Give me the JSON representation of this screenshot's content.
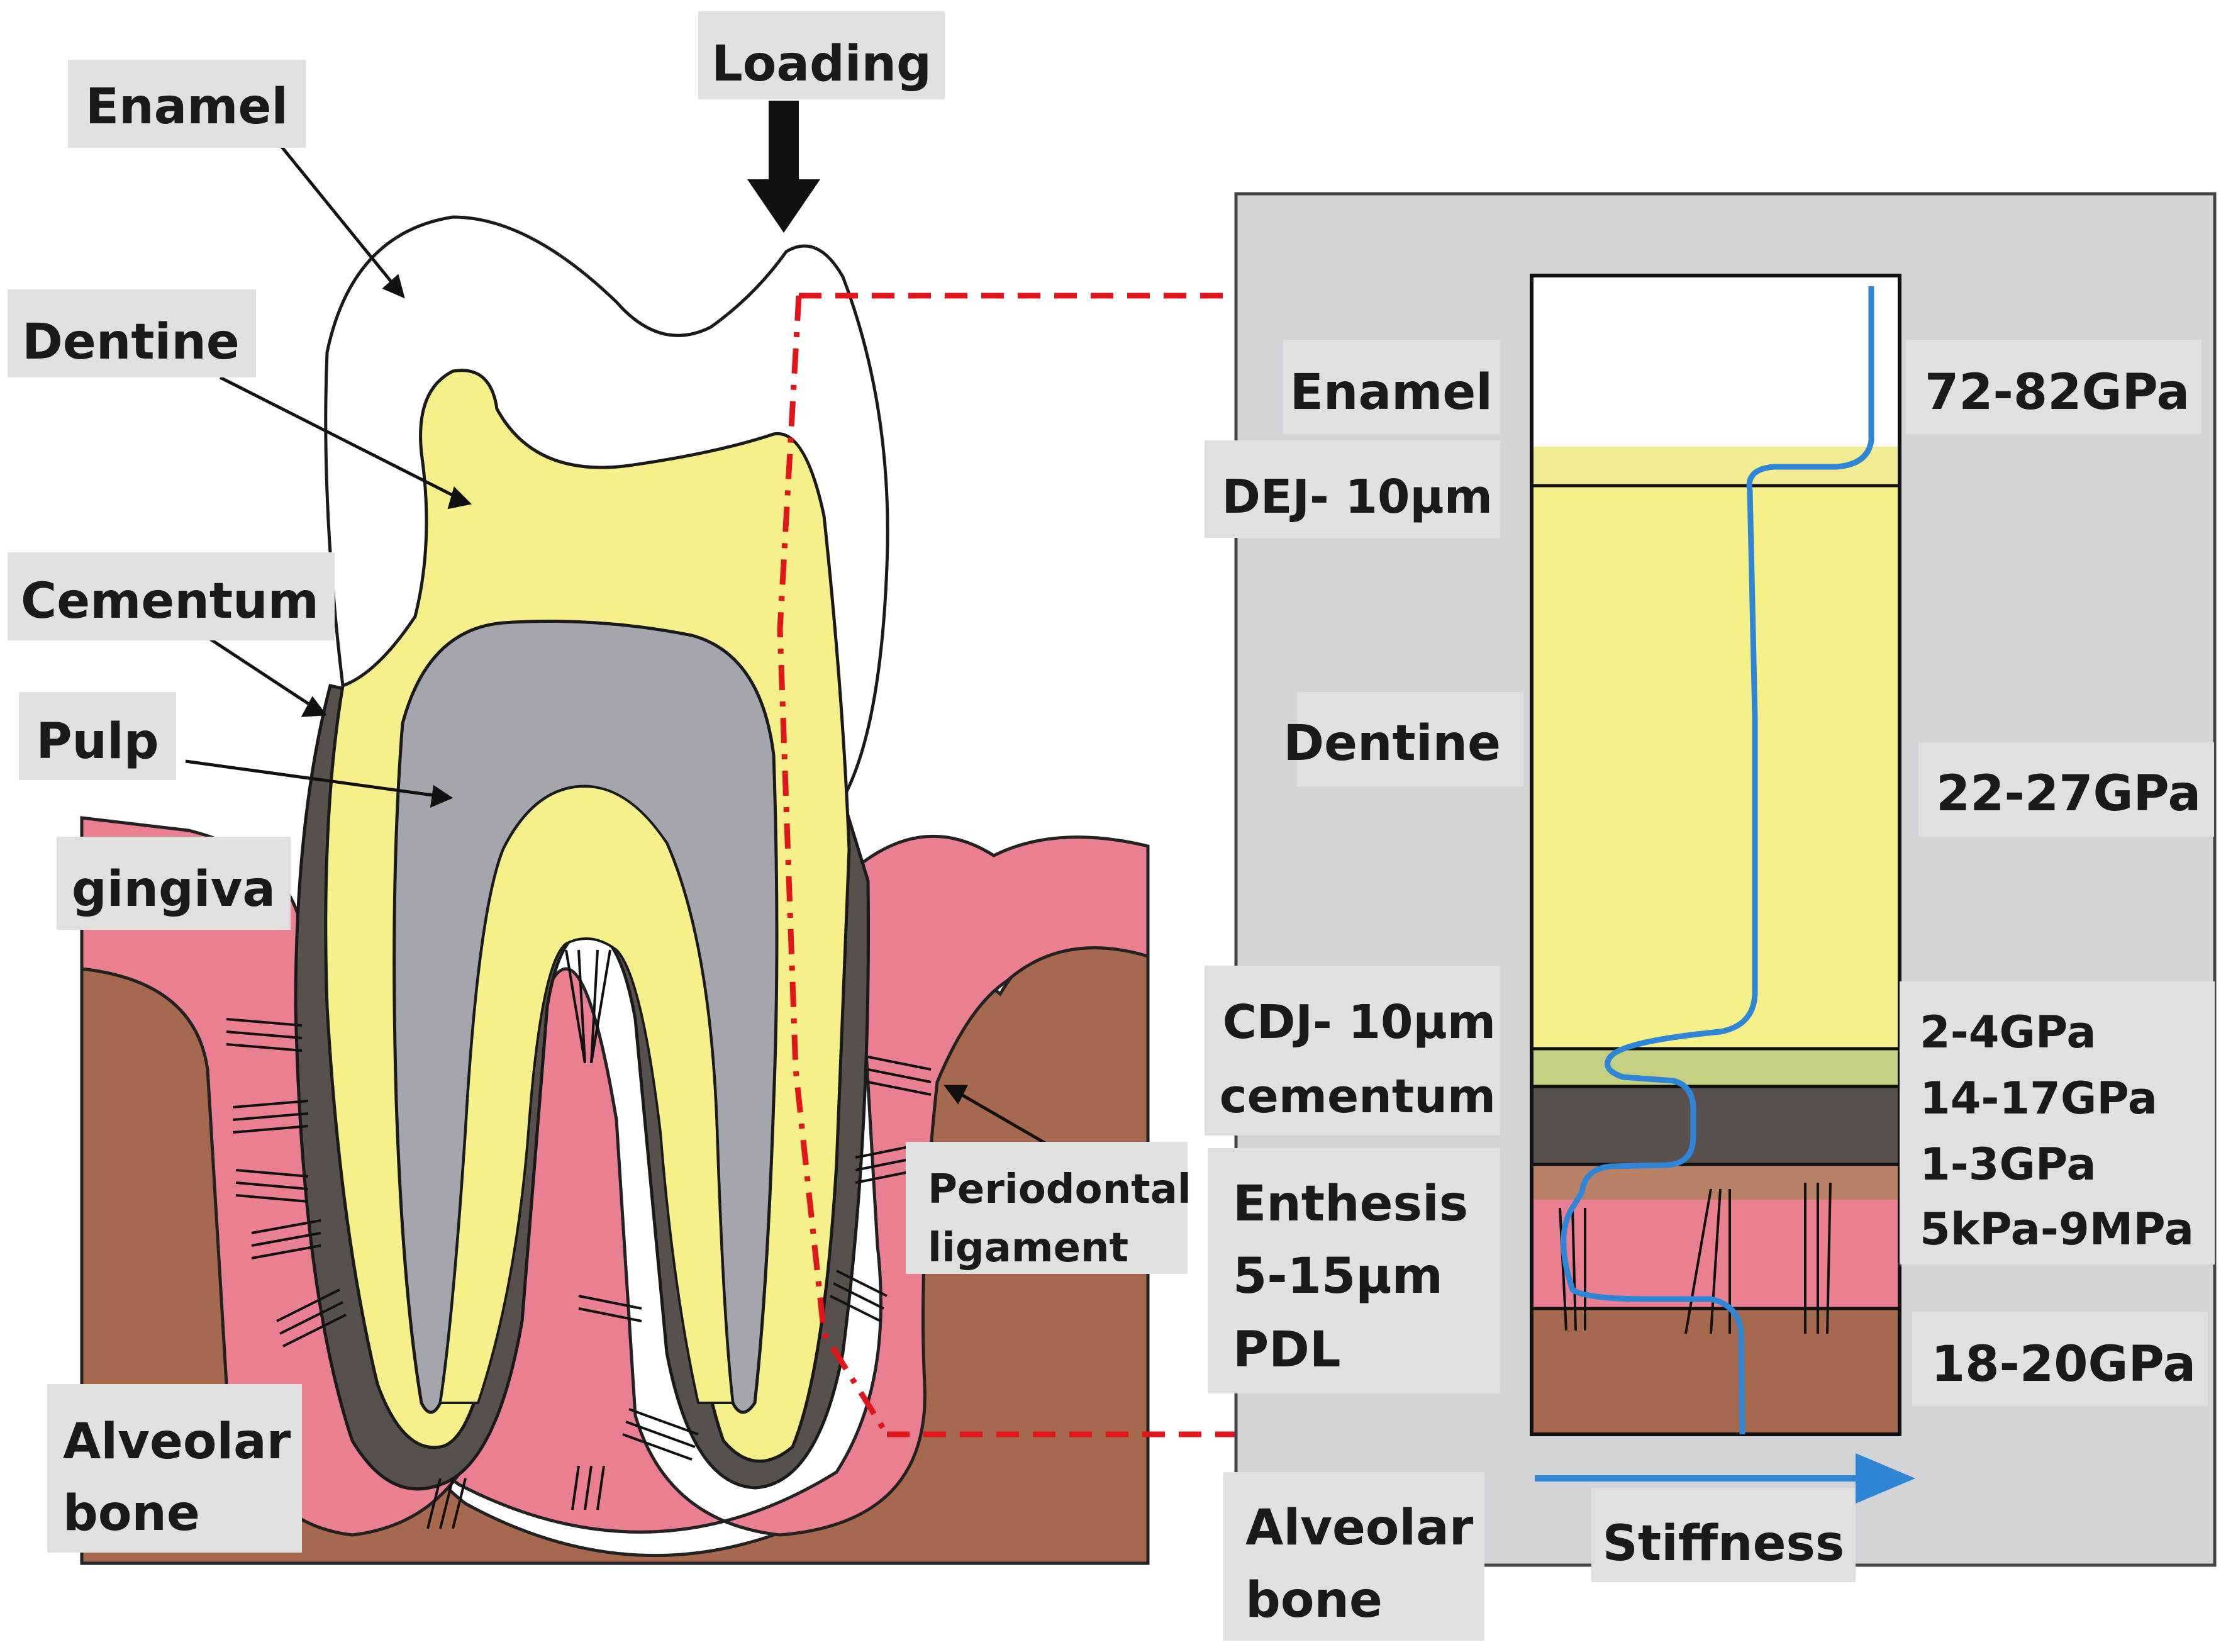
{
  "labels": {
    "loading": "Loading",
    "enamel": "Enamel",
    "dentine": "Dentine",
    "cementum": "Cementum",
    "pulp": "Pulp",
    "gingiva": "gingiva",
    "periodontal_1": "Periodontal",
    "periodontal_2": "ligament",
    "alveolar_1": "Alveolar",
    "alveolar_2": "bone"
  },
  "inset": {
    "enamel": "Enamel",
    "dej": "DEJ- 10μm",
    "dentine": "Dentine",
    "cdj": "CDJ- 10μm",
    "cementum": "cementum",
    "enthesis": "Enthesis",
    "enthesis_size": "5-15μm",
    "pdl": "PDL",
    "alveolar_1": "Alveolar",
    "alveolar_2": "bone",
    "stiffness": "Stiffness",
    "values": {
      "enamel": "72-82GPa",
      "dentine": "22-27GPa",
      "cdj": "2-4GPa",
      "cementum": "14-17GPa",
      "enthesis": "1-3GPa",
      "pdl": "5kPa-9MPa",
      "bone": "18-20GPa"
    }
  },
  "colors": {
    "enamel": "#ffffff",
    "dentine": "#f5f08a",
    "pulp": "#a3a7ad",
    "cementum": "#58504c",
    "gingiva": "#ea7f92",
    "bone": "#a6694e",
    "panel": "#d2d4d7",
    "label_box": "#e0e0e0",
    "arrow_red": "#e0161c",
    "curve_blue": "#2f86d6"
  }
}
